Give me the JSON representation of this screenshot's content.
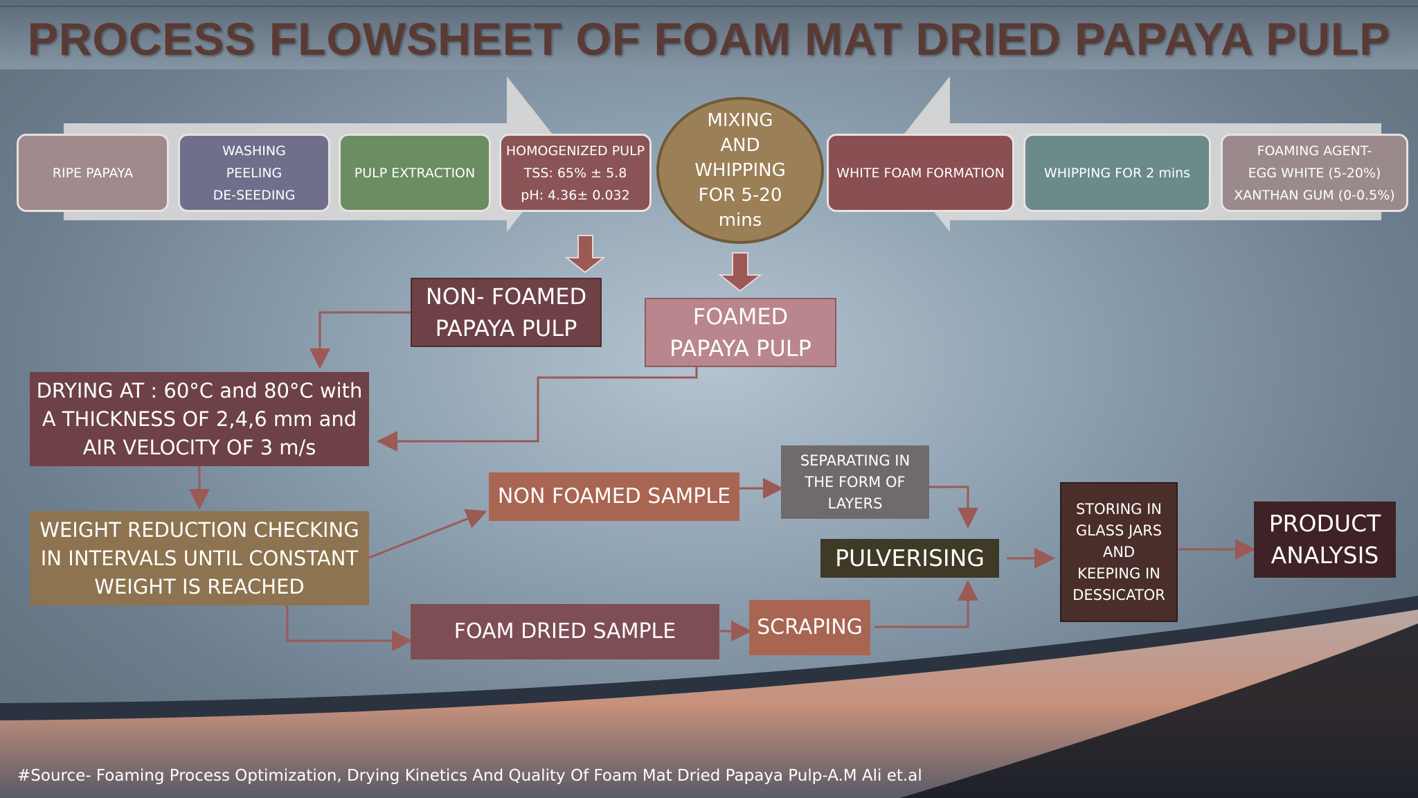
{
  "title": "PROCESS FLOWSHEET OF FOAM MAT DRIED PAPAYA PULP",
  "top_row": {
    "ripe_papaya": "RIPE PAPAYA",
    "washing": "WASHING\nPEELING\nDE-SEEDING",
    "pulp_extraction": "PULP EXTRACTION",
    "homogenized": "HOMOGENIZED PULP\nTSS: 65% ± 5.8\npH: 4.36± 0.032",
    "mixing": "MIXING\nAND\nWHIPPING\nFOR 5-20\nmins",
    "white_foam": "WHITE FOAM FORMATION",
    "whipping": "WHIPPING FOR 2 mins",
    "foaming_agent": "FOAMING AGENT-\nEGG WHITE (5-20%)\nXANTHAN GUM (0-0.5%)"
  },
  "nodes": {
    "non_foamed_pulp": "NON- FOAMED\nPAPAYA PULP",
    "foamed_pulp": "FOAMED\nPAPAYA PULP",
    "drying": "DRYING AT : 60°C and 80°C with\nA THICKNESS OF 2,4,6 mm and\nAIR VELOCITY OF 3 m/s",
    "weight_reduction": "WEIGHT REDUCTION CHECKING\nIN INTERVALS UNTIL CONSTANT\nWEIGHT IS REACHED",
    "non_foamed_sample": "NON FOAMED SAMPLE",
    "separating": "SEPARATING IN\nTHE FORM OF\nLAYERS",
    "pulverising": "PULVERISING",
    "storing": "STORING IN\nGLASS JARS\nAND\nKEEPING IN\nDESSICATOR",
    "product_analysis": "PRODUCT\nANALYSIS",
    "foam_dried_sample": "FOAM DRIED SAMPLE",
    "scraping": "SCRAPING"
  },
  "source": "#Source- Foaming Process Optimization, Drying Kinetics And Quality Of Foam Mat Dried Papaya Pulp-A.M Ali et.al",
  "colors": {
    "title": "#5a3a34",
    "ripe_papaya": "#a08a8c",
    "washing": "#6f6f8c",
    "pulp_extraction": "#6a8d62",
    "homogenized": "#8a5457",
    "mixing": "#9b7f56",
    "white_foam": "#8a4f52",
    "whipping": "#6b8b8a",
    "foaming_agent": "#9a8a8c",
    "dark_brown": "#6d4146",
    "pink": "#b8868c",
    "olive": "#8d7350",
    "salmon": "#a86552",
    "grey": "#6f6b6b",
    "dark_olive": "#3f3a26",
    "storing": "#4a2e2a",
    "product": "#3e2226",
    "arrow": "#9b5a55"
  }
}
